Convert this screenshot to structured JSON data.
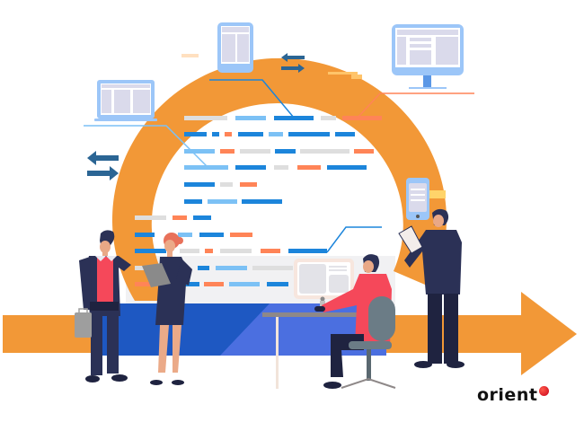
{
  "illustration": {
    "title": "Software development lifecycle illustration",
    "colors": {
      "cycle_orange": "#F29837",
      "arrow_orange": "#F29837",
      "dark_blue_band": "#1E58C2",
      "light_blue_band": "#4B6FE0",
      "code_blue": "#1C85DB",
      "code_light_blue": "#7CC1F5",
      "code_orange": "#FF8457",
      "code_gray": "#DEDEDE",
      "device_frame": "#9CC6F8",
      "device_screen": "#DADAEB",
      "suit_navy": "#2B3156",
      "shirt_red": "#F5485A",
      "sync_arrow": "#2B6594"
    },
    "devices": [
      "laptop",
      "tablet",
      "desktop-monitor",
      "smartphone",
      "desk-monitor"
    ],
    "people": [
      "man-on-phone-with-briefcase",
      "woman-with-tablet",
      "man-seated-at-desk",
      "man-standing-with-clipboard"
    ]
  },
  "brand": {
    "name": "orient"
  }
}
